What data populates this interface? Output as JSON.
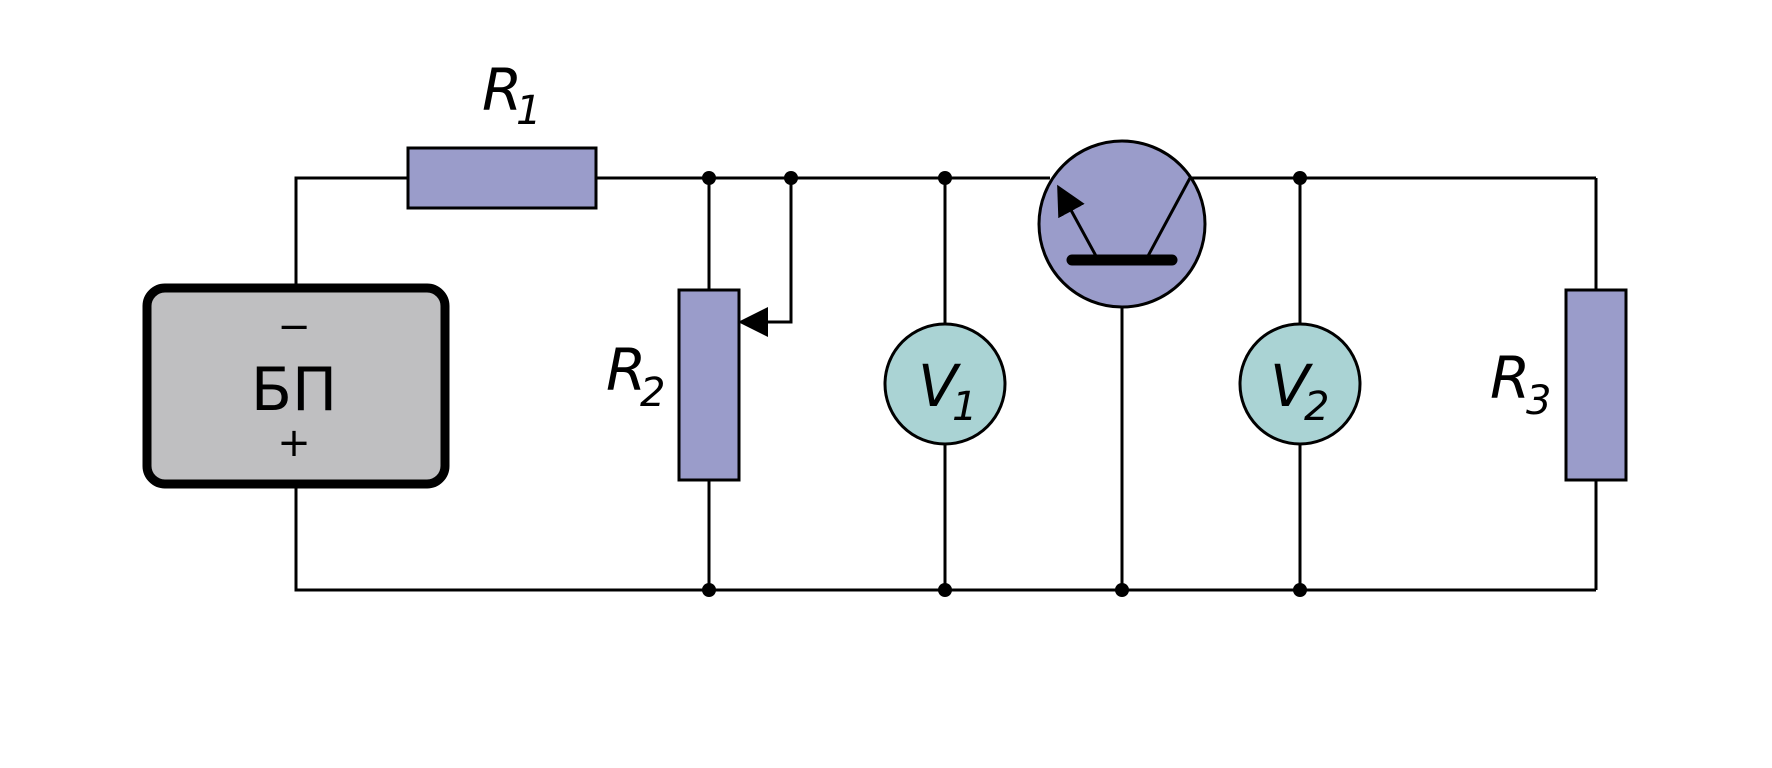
{
  "components": {
    "r1": {
      "letter": "R",
      "index": "1"
    },
    "r2": {
      "letter": "R",
      "index": "2"
    },
    "r3": {
      "letter": "R",
      "index": "3"
    },
    "v1": {
      "letter": "V",
      "index": "1"
    },
    "v2": {
      "letter": "V",
      "index": "2"
    },
    "psu": {
      "label": "БП",
      "minus": "−",
      "plus": "+"
    }
  },
  "colors": {
    "resistor": "#9a9cca",
    "transistor": "#9a9cca",
    "voltmeter": "#aad3d4",
    "power_supply": "#bfbfc1"
  }
}
